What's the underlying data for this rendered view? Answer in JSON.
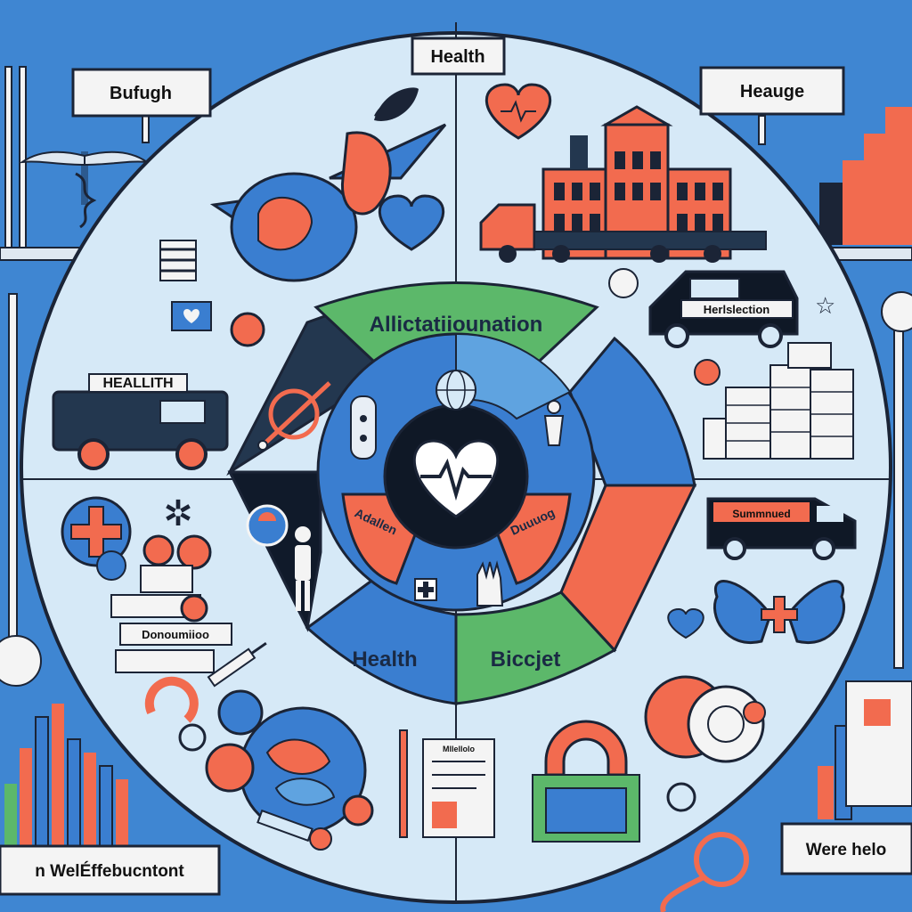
{
  "signs": {
    "top_center": "Health",
    "top_left": "Bufugh",
    "top_right": "Heauge",
    "bottom_left": "n WelÉffebucntont",
    "bottom_right": "Were helo"
  },
  "ring": {
    "top_band": "Allictatiiounation",
    "bottom_left_band": "Health",
    "bottom_right_band": "Biccjet"
  },
  "inner": {
    "left_tag": "Adallen",
    "right_tag": "Duuuog"
  },
  "vehicles": {
    "left_van_label": "HEALLITH",
    "right_van_label": "Herlslection",
    "bottom_right_van_label": "Summnued"
  },
  "banners": {
    "coins_banner": "Donoumiioo",
    "doc_header": "Mllellolo"
  },
  "colors": {
    "background": "#3f86d2",
    "pale_ring": "#d6e9f7",
    "orange": "#f26b4f",
    "green": "#5cb86a",
    "blue": "#3a7ed0",
    "navy": "#1b2436"
  },
  "icons": [
    "caduceus-icon",
    "heart-rate-icon",
    "hospital-building-icon",
    "anatomical-heart-icon",
    "globe-emblem-icon",
    "human-figure-icon",
    "coin-stack-icon",
    "winged-cross-icon",
    "wallet-icon",
    "magnet-icon",
    "syringe-icon",
    "bar-chart-icon"
  ]
}
